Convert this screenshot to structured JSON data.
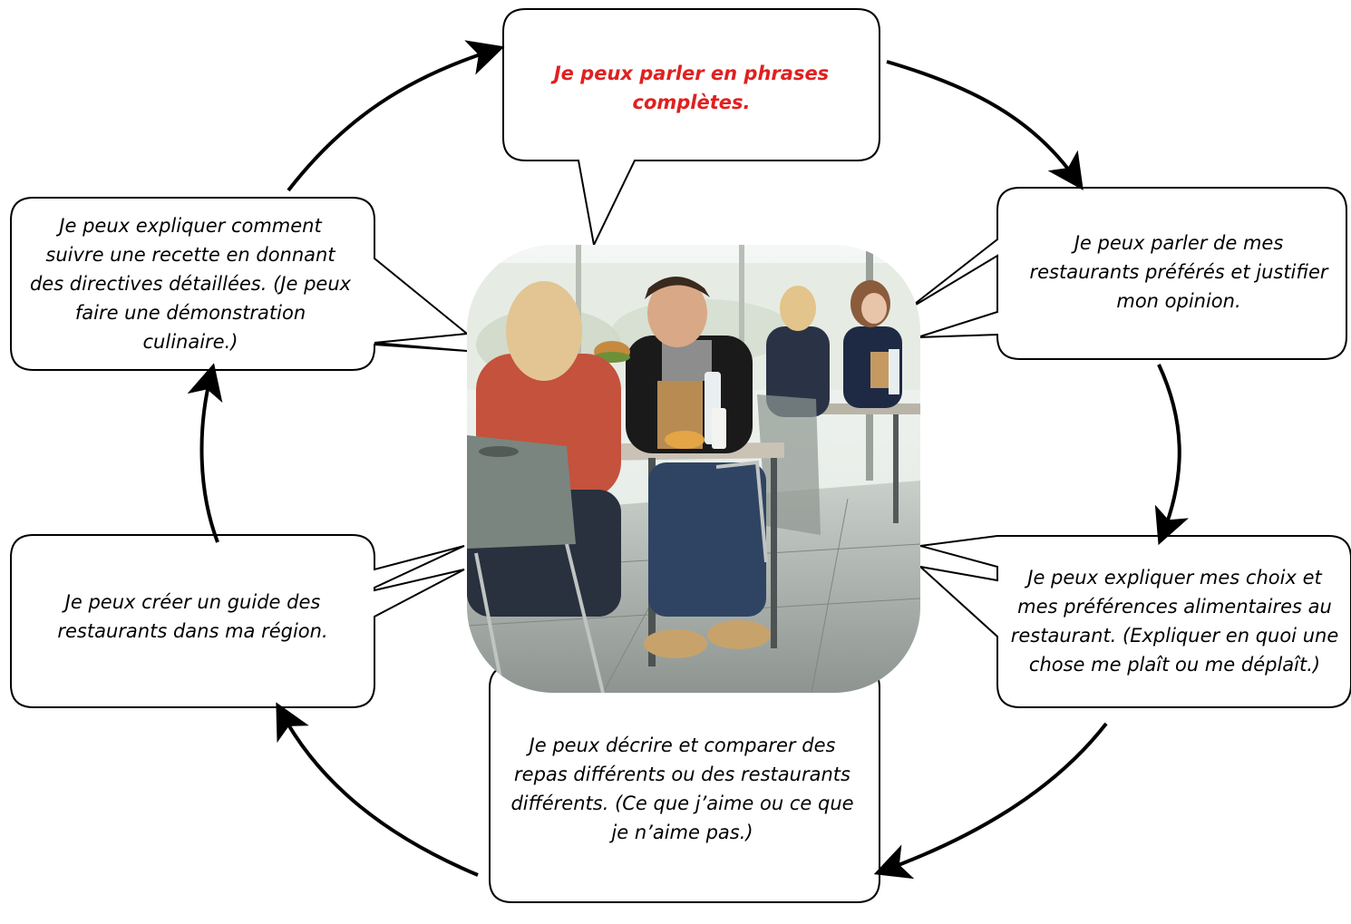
{
  "diagram": {
    "center_image": "photo-students-eating-in-cafeteria",
    "colors": {
      "highlight_text": "#e02020",
      "text": "#000000",
      "outline": "#000000"
    },
    "bubbles": [
      {
        "id": "top",
        "text": "Je peux parler en phrases complètes.",
        "highlighted": true
      },
      {
        "id": "right-top",
        "text": "Je peux parler de mes restaurants préférés et justifier mon opinion."
      },
      {
        "id": "right-bottom",
        "text": "Je peux expliquer mes choix et mes préférences alimentaires au restaurant. (Expliquer en quoi une chose me plaît ou me déplaît.)"
      },
      {
        "id": "bottom",
        "text": "Je peux décrire et comparer des repas différents ou des restaurants différents. (Ce que j’aime ou ce que je n’aime pas.)"
      },
      {
        "id": "left-bottom",
        "text": "Je peux créer un guide des restaurants dans ma région."
      },
      {
        "id": "left-top",
        "text": "Je peux expliquer comment suivre une recette en donnant des directives détaillées. (Je peux faire une démonstration culinaire.)"
      }
    ],
    "cycle_direction": "clockwise"
  }
}
